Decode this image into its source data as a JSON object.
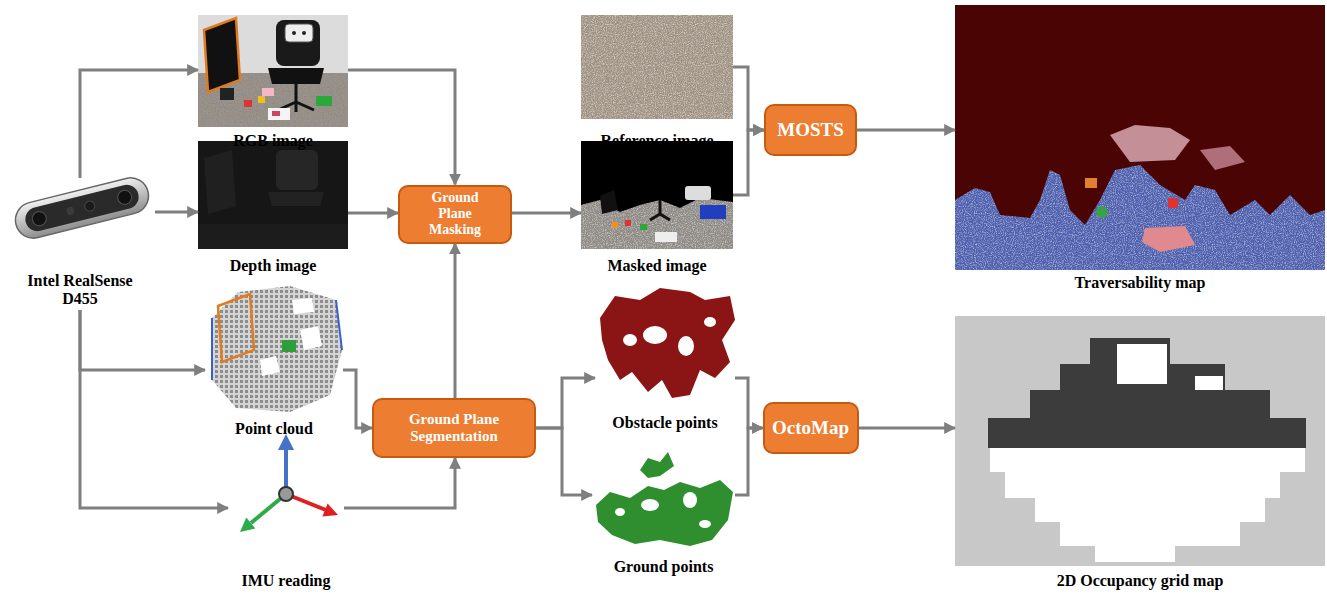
{
  "diagram": {
    "nodes": [
      {
        "text": [
          "Intel RealSense D455"
        ]
      },
      {
        "text": [
          "RGB image"
        ]
      },
      {
        "text": [
          "Depth image"
        ]
      },
      {
        "text": [
          "Point cloud"
        ]
      },
      {
        "text": [
          "IMU reading"
        ]
      },
      {
        "text": [
          "Ground Plane Masking"
        ]
      },
      {
        "text": [
          "Ground Plane Segmentation"
        ]
      },
      {
        "text": [
          "Reference image"
        ]
      },
      {
        "text": [
          "Masked image"
        ]
      },
      {
        "text": [
          "Obstacle points"
        ]
      },
      {
        "text": [
          "Ground points"
        ]
      },
      {
        "text": [
          "MOSTS"
        ]
      },
      {
        "text": [
          "OctoMap"
        ]
      },
      {
        "text": [
          "Traversability map"
        ]
      },
      {
        "text": [
          "2D Occupancy grid map"
        ]
      }
    ],
    "edges": [
      {
        "from": 0,
        "to": 1,
        "arrow": "to"
      },
      {
        "from": 0,
        "to": 2,
        "arrow": "to"
      },
      {
        "from": 0,
        "to": 3,
        "arrow": "to"
      },
      {
        "from": 0,
        "to": 4,
        "arrow": "to"
      },
      {
        "from": 1,
        "to": 5,
        "arrow": "to"
      },
      {
        "from": 2,
        "to": 5,
        "arrow": "to"
      },
      {
        "from": 3,
        "to": 6,
        "arrow": "to"
      },
      {
        "from": 4,
        "to": 6,
        "arrow": "to"
      },
      {
        "from": 6,
        "to": 5,
        "arrow": "to"
      },
      {
        "from": 5,
        "to": 8,
        "arrow": "to"
      },
      {
        "from": 6,
        "to": 9,
        "arrow": "to"
      },
      {
        "from": 6,
        "to": 10,
        "arrow": "to"
      },
      {
        "from": 7,
        "to": 11,
        "arrow": "to"
      },
      {
        "from": 8,
        "to": 11,
        "arrow": "to"
      },
      {
        "from": 9,
        "to": 12,
        "arrow": "to"
      },
      {
        "from": 10,
        "to": 12,
        "arrow": "to"
      },
      {
        "from": 11,
        "to": 13,
        "arrow": "to"
      },
      {
        "from": 12,
        "to": 14,
        "arrow": "to"
      }
    ]
  }
}
